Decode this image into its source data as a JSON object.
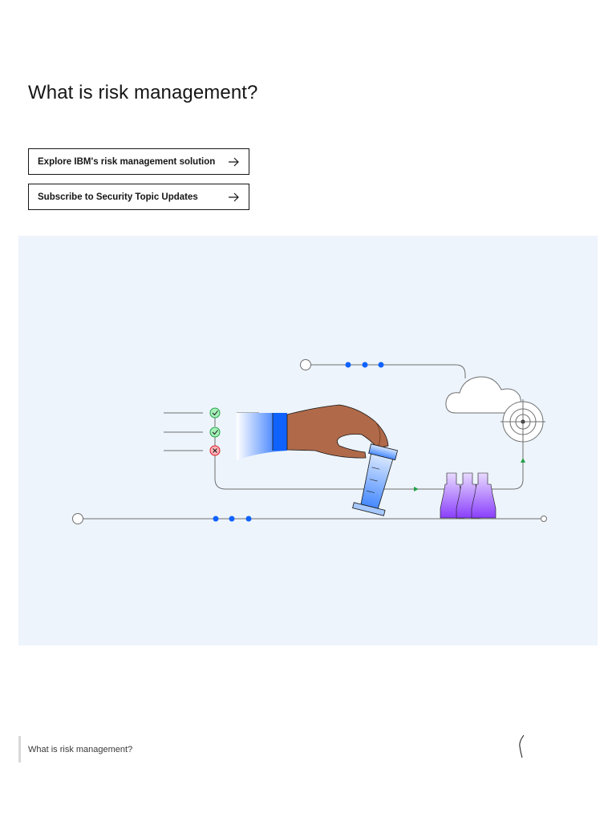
{
  "page": {
    "title": "What is risk management?"
  },
  "cta": {
    "explore_label": "Explore IBM's risk management solution",
    "subscribe_label": "Subscribe to Security Topic Updates",
    "arrow_icon": "arrow-right-icon"
  },
  "illustration": {
    "description_icons": [
      "hand-icon",
      "rook-icon",
      "pawn-icon",
      "cloud-icon",
      "target-icon",
      "checkmark-icon",
      "x-mark-icon"
    ],
    "colors": {
      "background": "#edf4fc",
      "accent_blue": "#0f62fe",
      "line": "#6f6f6f",
      "hand": "#b06a4a",
      "pawns": "#a56eff",
      "check_green": "#24a148",
      "x_red": "#da1e28"
    }
  },
  "toc": {
    "label": "What is risk management?",
    "collapse_icon": "chevron-left-icon"
  }
}
